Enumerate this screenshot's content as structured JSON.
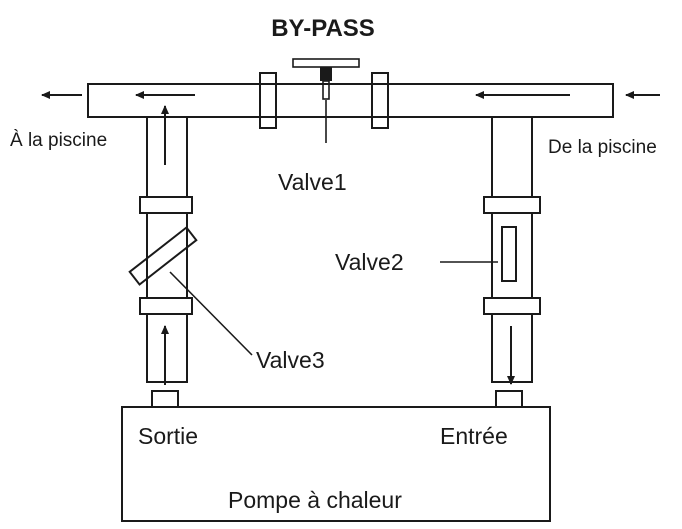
{
  "diagram": {
    "title": "BY-PASS",
    "labels": {
      "to_pool": "À la piscine",
      "from_pool": "De la piscine",
      "valve1": "Valve1",
      "valve2": "Valve2",
      "valve3": "Valve3",
      "outlet": "Sortie",
      "inlet": "Entrée",
      "heat_pump": "Pompe à chaleur"
    },
    "colors": {
      "line": "#1a1a1a",
      "background": "#ffffff"
    }
  }
}
